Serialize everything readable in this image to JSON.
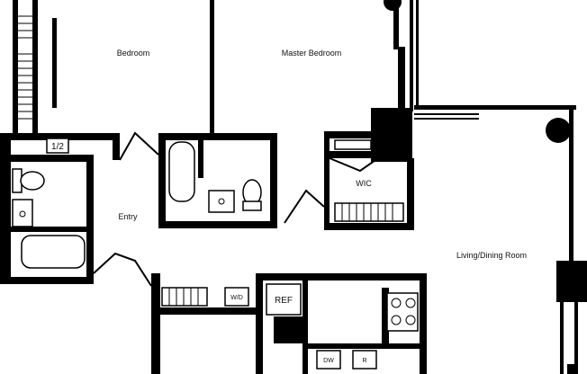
{
  "rooms": {
    "bedroom": "Bedroom",
    "master_bedroom": "Master Bedroom",
    "half_bath": "1/2",
    "walk_in_closet": "WIC",
    "entry": "Entry",
    "living_dining": "Living/Dining Room"
  },
  "appliances": {
    "refrigerator": "REF",
    "washer_dryer": "W/D",
    "dishwasher": "DW",
    "range": "R"
  },
  "colors": {
    "wall": "#000000",
    "background": "#ffffff"
  }
}
